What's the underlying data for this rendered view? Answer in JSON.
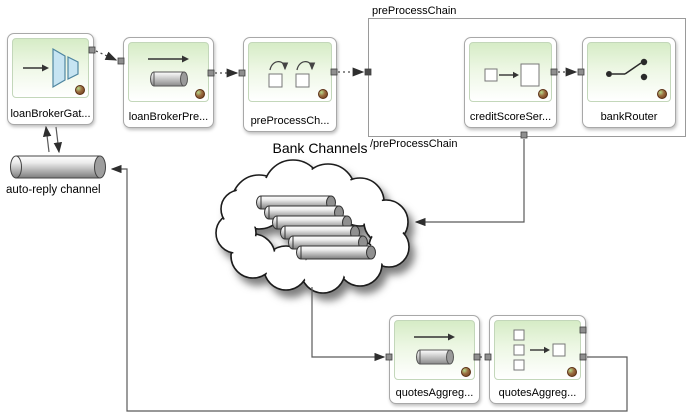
{
  "diagram": {
    "nodes": {
      "loanBrokerGateway": {
        "label": "loanBrokerGat...",
        "icon": "gateway-icon"
      },
      "loanBrokerPreProcessor": {
        "label": "loanBrokerPre...",
        "icon": "channel-icon"
      },
      "preProcessChannel": {
        "label": "preProcessCh...",
        "icon": "chain-icon"
      },
      "creditScoreService": {
        "label": "creditScoreSer...",
        "icon": "service-activator-icon"
      },
      "bankRouter": {
        "label": "bankRouter",
        "icon": "router-icon"
      },
      "quotesChannel": {
        "label": "quotesAggreg...",
        "icon": "channel-icon"
      },
      "quotesAggregator": {
        "label": "quotesAggreg...",
        "icon": "aggregator-icon"
      }
    },
    "group": {
      "open_label": "preProcessChain",
      "close_label": "/preProcessChain"
    },
    "cloud": {
      "label": "Bank Channels"
    },
    "auto_reply": {
      "label": "auto-reply channel"
    },
    "colors": {
      "node_gradient_top": "#d6ecc6",
      "node_border": "#a8a8a8",
      "gateway_blue": "#c6e4f2",
      "pipe_gray": "#9a9a9a",
      "line_gray": "#555555"
    }
  }
}
